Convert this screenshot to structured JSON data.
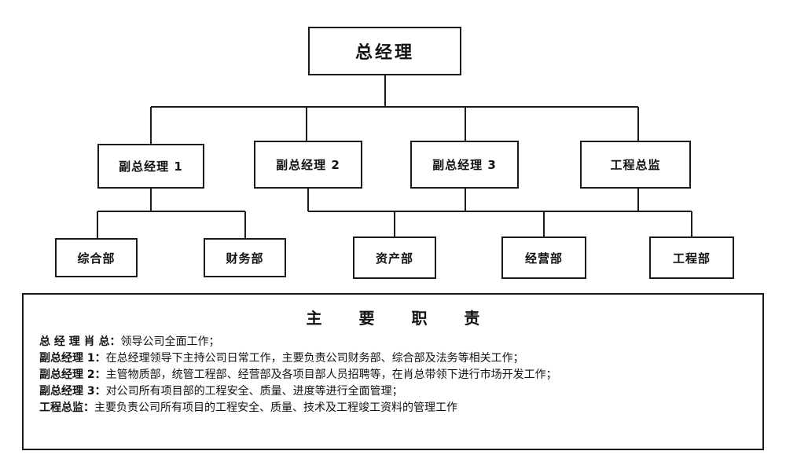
{
  "org_chart": {
    "top": "总经理",
    "deputies": [
      "副总经理 1",
      "副总经理 2",
      "副总经理 3",
      "工程总监"
    ],
    "departments": [
      "综合部",
      "财务部",
      "资产部",
      "经营部",
      "工程部"
    ]
  },
  "responsibilities": {
    "title": "主 要 职 责",
    "items": [
      {
        "role": "总 经 理 肖 总：",
        "text": "领导公司全面工作；"
      },
      {
        "role": "副总经理 1：",
        "text": "在总经理领导下主持公司日常工作，主要负责公司财务部、综合部及法务等相关工作；"
      },
      {
        "role": "副总经理 2：",
        "text": "主管物质部，统管工程部、经营部及各项目部人员招聘等，在肖总带领下进行市场开发工作；"
      },
      {
        "role": "副总经理 3：",
        "text": "对公司所有项目部的工程安全、质量、进度等进行全面管理；"
      },
      {
        "role": "工程总监：",
        "text": "主要负责公司所有项目的工程安全、质量、技术及工程竣工资料的管理工作"
      }
    ]
  }
}
